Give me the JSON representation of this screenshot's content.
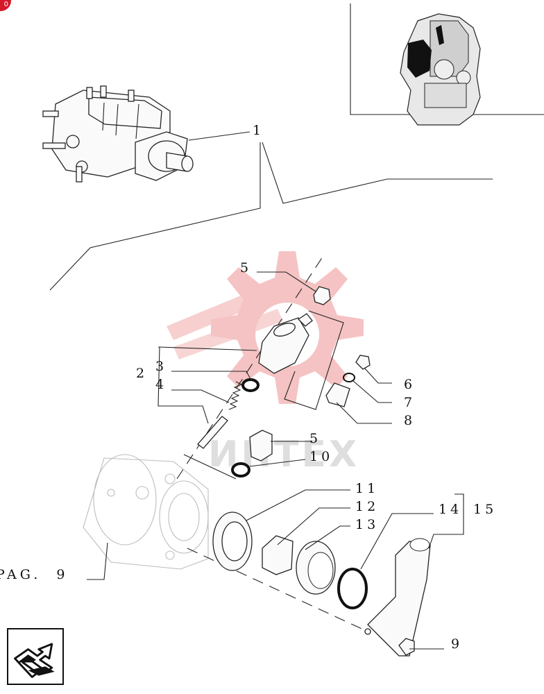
{
  "badge": {
    "text": "0",
    "color": "#d41a2a"
  },
  "watermark": {
    "text": "ИНТЕХ",
    "color": "#f4b9b9",
    "icon": "gear-icon"
  },
  "reference": {
    "text": "PAG.  9"
  },
  "labels": {
    "l1": "1",
    "l2": "2",
    "l3": "3",
    "l4": "4",
    "l5a": "5",
    "l5b": "5",
    "l6": "6",
    "l7": "7",
    "l8": "8",
    "l9": "9",
    "l10": "10",
    "l11": "11",
    "l12": "12",
    "l13": "13",
    "l14": "14",
    "l15": "15"
  },
  "nav": {
    "icon": "return-arrow-icon"
  }
}
